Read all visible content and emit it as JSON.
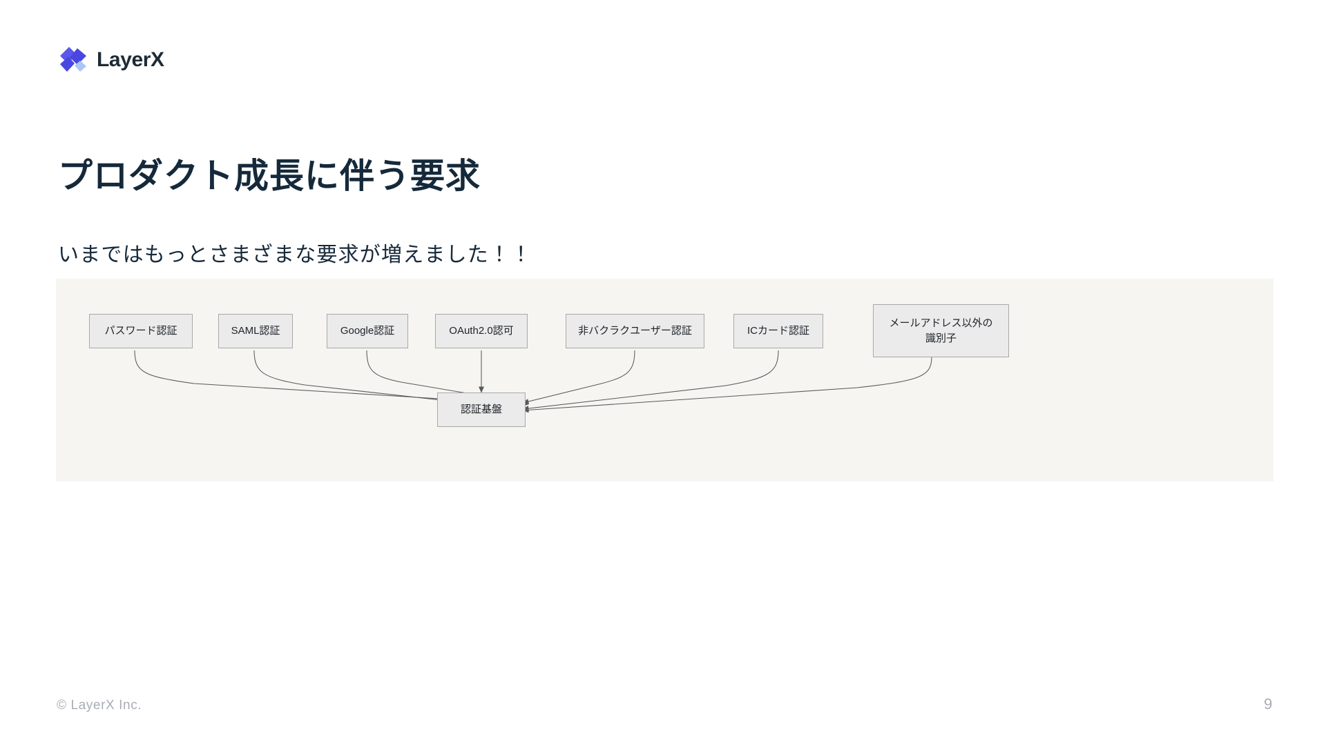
{
  "brand": {
    "name": "LayerX",
    "logo_icon": "layerx-pinwheel-logo",
    "colors": {
      "primary_blue": "#4a47e0",
      "mid_blue": "#5b58ea",
      "light_blue": "#a9c6f5",
      "wordmark": "#1d2b36"
    }
  },
  "slide": {
    "title": "プロダクト成長に伴う要求",
    "subtitle": "いまではもっとさまざまな要求が増えました！！",
    "title_color": "#15293b",
    "panel_background": "#f6f5f1"
  },
  "diagram": {
    "type": "flowchart",
    "direction": "converging",
    "node_fill": "#ebebeb",
    "node_border": "#a8a8a8",
    "edge_color": "#58595b",
    "center_node": {
      "id": "auth-platform",
      "label": "認証基盤"
    },
    "source_nodes": [
      {
        "id": "password-auth",
        "label": "パスワード認証"
      },
      {
        "id": "saml-auth",
        "label": "SAML認証"
      },
      {
        "id": "google-auth",
        "label": "Google認証"
      },
      {
        "id": "oauth2-authz",
        "label": "OAuth2.0認可"
      },
      {
        "id": "non-bakuraku-user-auth",
        "label": "非バクラクユーザー認証"
      },
      {
        "id": "ic-card-auth",
        "label": "ICカード認証"
      },
      {
        "id": "non-email-identifier",
        "label": "メールアドレス以外の識別子"
      }
    ],
    "edges": [
      {
        "from": "password-auth",
        "to": "auth-platform"
      },
      {
        "from": "saml-auth",
        "to": "auth-platform"
      },
      {
        "from": "google-auth",
        "to": "auth-platform"
      },
      {
        "from": "oauth2-authz",
        "to": "auth-platform"
      },
      {
        "from": "non-bakuraku-user-auth",
        "to": "auth-platform"
      },
      {
        "from": "ic-card-auth",
        "to": "auth-platform"
      },
      {
        "from": "non-email-identifier",
        "to": "auth-platform"
      }
    ]
  },
  "footer": {
    "copyright": "© LayerX Inc.",
    "page_number": "9",
    "text_color": "#a7adb5"
  }
}
